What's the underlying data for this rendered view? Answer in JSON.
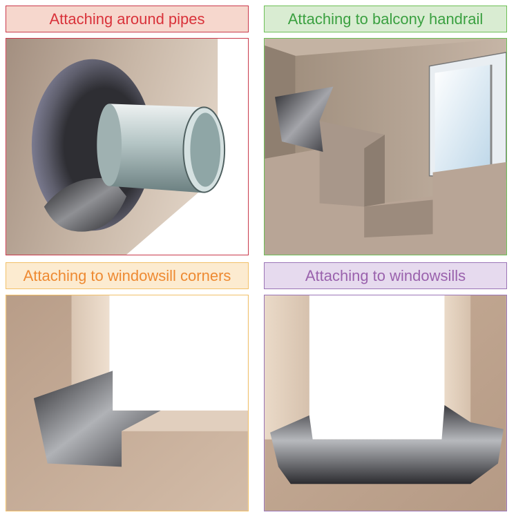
{
  "panels": [
    {
      "title": "Attaching around pipes",
      "accent": "#d9323a",
      "title_bg": "#f6d7cd",
      "border": "#c9384a",
      "illustration": "pipe-flashing-illustration"
    },
    {
      "title": "Attaching to balcony handrail",
      "accent": "#3aa040",
      "title_bg": "#d9ecd2",
      "border": "#6cbf55",
      "illustration": "balcony-handrail-flashing-illustration"
    },
    {
      "title": "Attaching to windowsill corners",
      "accent": "#ee8a32",
      "title_bg": "#fcebd0",
      "border": "#f2c068",
      "illustration": "windowsill-corner-flashing-illustration"
    },
    {
      "title": "Attaching to windowsills",
      "accent": "#9a62ad",
      "title_bg": "#e6daee",
      "border": "#9a74b6",
      "illustration": "windowsill-flashing-illustration"
    }
  ]
}
